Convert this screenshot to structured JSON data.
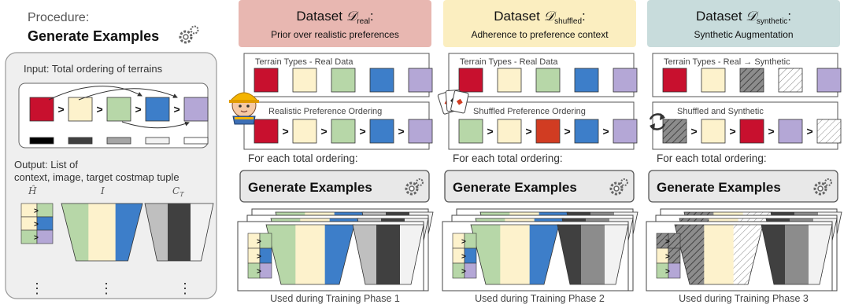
{
  "procedure": {
    "label": "Procedure:",
    "title": "Generate Examples",
    "input_label": "Input: Total ordering of terrains",
    "output_label": "Output: List of",
    "output_label_2": "context, image, target costmap tuple",
    "col_h": "Ĥ",
    "col_i": "I",
    "col_c": "C",
    "col_c_sub": "T",
    "ellipsis": "⋮"
  },
  "datasets": [
    {
      "title_prefix": "Dataset ",
      "symbol": "𝒟",
      "subscript": "real",
      "subtitle": "Prior over realistic preferences",
      "header_color": "#e8b7b1",
      "box1_label": "Terrain Types - Real Data",
      "box2_label": "Realistic Preference Ordering",
      "for_each": "For each total ordering:",
      "button_label": "Generate Examples",
      "footer": "Used during Training Phase 1",
      "icon": "worker-icon"
    },
    {
      "title_prefix": "Dataset ",
      "symbol": "𝒟",
      "subscript": "shuffled",
      "subtitle": "Adherence to preference context",
      "header_color": "#fbeec0",
      "box1_label": "Terrain Types - Real Data",
      "box2_label": "Shuffled Preference Ordering",
      "for_each": "For each total ordering:",
      "button_label": "Generate Examples",
      "footer": "Used during Training Phase 2",
      "icon": "cards-icon"
    },
    {
      "title_prefix": "Dataset ",
      "symbol": "𝒟",
      "subscript": "synthetic",
      "subtitle": "Synthetic Augmentation",
      "header_color": "#c8dcdc",
      "box1_label": "Terrain Types -  Real → Synthetic",
      "box2_label": "Shuffled and Synthetic",
      "for_each": "For each total ordering:",
      "button_label": "Generate Examples",
      "footer": "Used during Training Phase 3",
      "icon": "cycle-icon"
    }
  ],
  "symbols": {
    "gt": ">"
  },
  "colors": {
    "red": "#c8102e",
    "cream": "#fdf2cc",
    "green": "#b7d7a8",
    "blue": "#3d7ec9",
    "lavender": "#b4a7d6",
    "orange_red": "#d13c22",
    "hatch_dark": "#7f7f7f",
    "hatch_light": "#ffffff"
  },
  "rows": {
    "proc_input": [
      "red",
      "cream",
      "green",
      "blue",
      "lavender"
    ],
    "d1_types": [
      "red",
      "cream",
      "green",
      "blue",
      "lavender"
    ],
    "d1_order": [
      "red",
      "cream",
      "green",
      "blue",
      "lavender"
    ],
    "d2_types": [
      "red",
      "cream",
      "green",
      "blue",
      "lavender"
    ],
    "d2_order": [
      "green",
      "cream",
      "orange_red",
      "blue",
      "lavender"
    ],
    "d3_types": [
      "red",
      "cream",
      "hatch_dark",
      "hatch_light",
      "lavender"
    ],
    "d3_order": [
      "hatch_dark",
      "cream",
      "red",
      "lavender",
      "hatch_light"
    ],
    "proc_costs": [
      "#000000",
      "#404040",
      "#a6a6a6",
      "#f2f2f2",
      "#ffffff"
    ]
  }
}
